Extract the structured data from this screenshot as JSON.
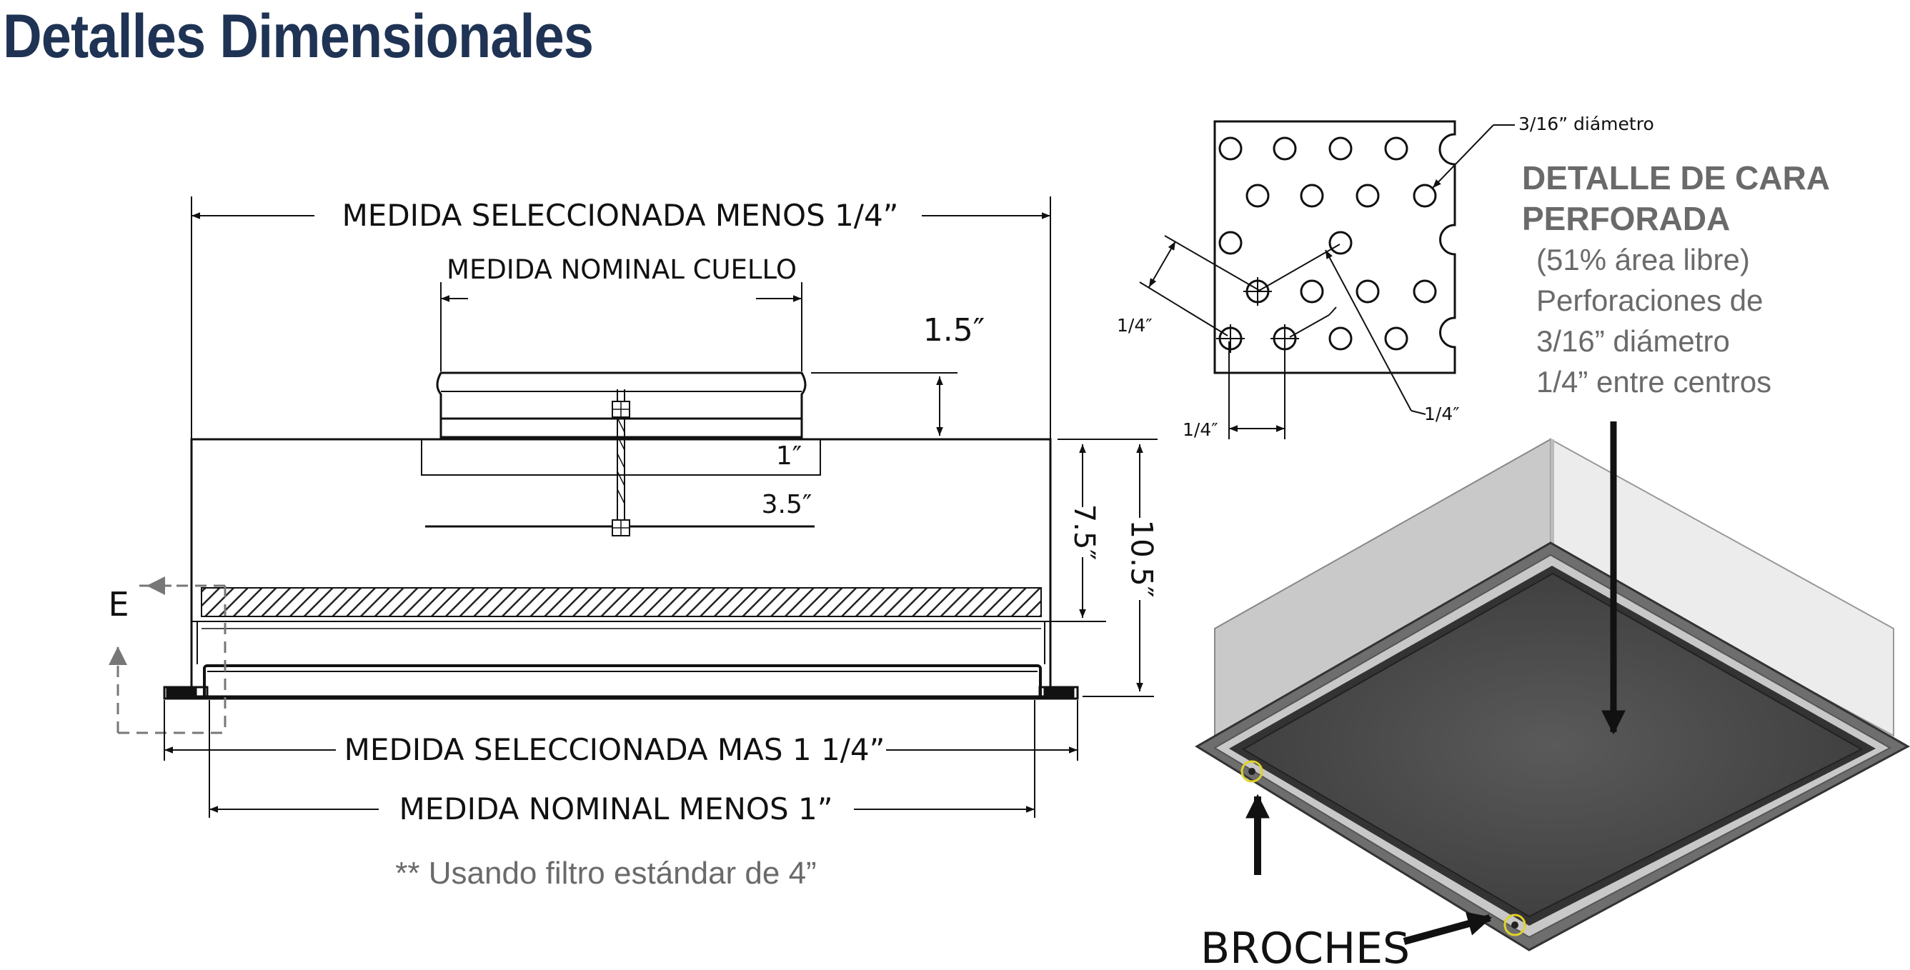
{
  "title": "Detalles Dimensionales",
  "side_view": {
    "overall_width": "MEDIDA SELECCIONADA MENOS 1/4”",
    "neck_width": "MEDIDA NOMINAL CUELLO",
    "neck_height": "1.5″",
    "inner_1": "1″",
    "inner_3_5": "3.5″",
    "height_7_5": "7.5″",
    "height_10_5": "10.5″",
    "section_mark": "E",
    "flange_width": "MEDIDA SELECCIONADA MAS 1 1/4”",
    "nominal_minus": "MEDIDA NOMINAL MENOS 1”",
    "filter_note": "** Usando filtro estándar de 4”"
  },
  "perforation_detail": {
    "hole_diameter_label": "3/16” diámetro",
    "spacing_diag_left": "1/4″",
    "spacing_bottom": "1/4″",
    "spacing_diag_right": "1/4″",
    "heading_line1": "DETALLE DE CARA",
    "heading_line2": "PERFORADA",
    "note_line1": "(51% área libre)",
    "note_line2": "Perforaciones de",
    "note_line3": "3/16” diámetro",
    "note_line4": "1/4” entre centros"
  },
  "iso_view": {
    "fasteners_label": "BROCHES"
  },
  "colors": {
    "title": "#1f3354",
    "callout_gray": "#6a6a6a",
    "face_dark": "#4a4a4a",
    "housing_light": "#cfcfcf",
    "fastener_ring": "#e0d22a"
  }
}
